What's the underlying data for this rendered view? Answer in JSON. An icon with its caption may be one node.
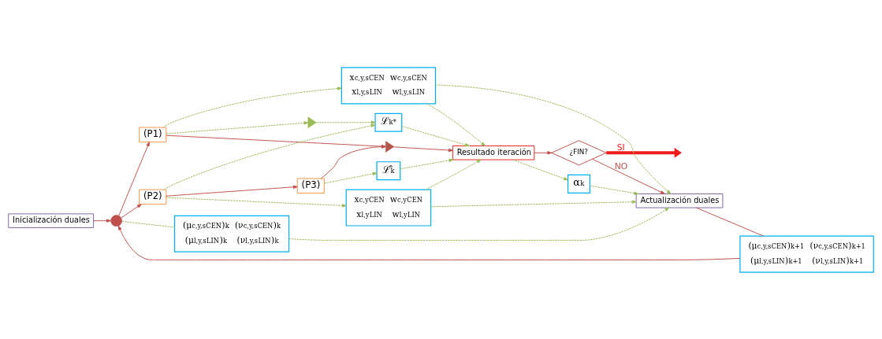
{
  "diagram": {
    "nodes": [
      {
        "text": [
          "Inicialización duales"
        ]
      },
      {
        "text": [],
        "shape": "circle"
      },
      {
        "text": [
          "(P1)"
        ]
      },
      {
        "text": [
          "(P2)"
        ]
      },
      {
        "text": [
          "(P3)"
        ]
      },
      {
        "text": [],
        "shape": "triangle"
      },
      {
        "text": [
          "ℒ$^{k*}$"
        ]
      },
      {
        "text": [],
        "shape": "triangle"
      },
      {
        "text": [
          "Resultado iteración"
        ]
      },
      {
        "text": [
          "¿FIN?"
        ]
      },
      {
        "text": [
          "Actualización duales"
        ]
      },
      {
        "text": [
          "(μ$_{c,y,s}$$^{CEN}$)$^{k+1}$ (ν$_{c,y,s}$$^{CEN}$)$^{k+1}$ (μ$_{l,y,s}$$^{LIN}$)$^{k+1}$ (ν$_{l,y,s}$$^{LIN}$)$^{k+1}$"
        ]
      },
      {
        "text": [
          "x$_{c,y,s}$$^{CEN}$ w$_{c,y,s}$$^{CEN}$ x$_{l,y,s}$$^{LIN}$ w$_{l,y,s}$$^{LIN}$"
        ]
      },
      {
        "text": [
          "x$_{c,y}$$^{CEN}$ w$_{c,y}$$^{CEN}$ x$_{l,y}$$^{LIN}$ w$_{l,y}$$^{LIN}$"
        ]
      },
      {
        "text": [
          "ℒ̂$^{k}$"
        ]
      },
      {
        "text": [
          "α$^{k}$"
        ]
      },
      {
        "text": [
          "(μ$_{c,y,s}$$^{CEN}$)$^{k}$ (ν$_{c,y,s}$$^{CEN}$)$^{k}$ (μ$_{l,y,s}$$^{LIN}$)$^{k}$ (ν$_{l,y,s}$$^{LIN}$)$^{k}$"
        ]
      }
    ],
    "edges": [
      {
        "from": 0,
        "to": 1,
        "arrow": "to",
        "color": "#c0504d"
      },
      {
        "from": 1,
        "to": 2,
        "arrow": "to",
        "color": "#c0504d"
      },
      {
        "from": 1,
        "to": 3,
        "arrow": "to",
        "color": "#c0504d"
      },
      {
        "from": 3,
        "to": 4,
        "arrow": "to",
        "color": "#c0504d"
      },
      {
        "from": 2,
        "to": 7,
        "arrow": "to",
        "color": "#c0504d"
      },
      {
        "from": 4,
        "to": 7,
        "arrow": "to",
        "color": "#c0504d"
      },
      {
        "from": 7,
        "to": 8,
        "arrow": "to",
        "color": "#c0504d"
      },
      {
        "from": 8,
        "to": 9,
        "arrow": "to",
        "color": "#c0504d"
      },
      {
        "from": 9,
        "to": 10,
        "label": "NO",
        "arrow": "to",
        "color": "#c0504d"
      },
      {
        "from": 9,
        "to": null,
        "label": "SI",
        "arrow": "to",
        "style": "thick",
        "color": "#ee1c1c"
      },
      {
        "from": 10,
        "to": 11,
        "arrow": "none",
        "color": "#c0504d"
      },
      {
        "from": 11,
        "to": 1,
        "arrow": "to",
        "color": "#c0504d"
      },
      {
        "from": 1,
        "to": 16,
        "arrow": "none",
        "style": "dashed"
      },
      {
        "from": 2,
        "to": 12,
        "arrow": "to",
        "style": "dashed"
      },
      {
        "from": 12,
        "to": 8,
        "arrow": "to",
        "style": "dashed"
      },
      {
        "from": 12,
        "to": 10,
        "arrow": "to",
        "style": "dashed"
      },
      {
        "from": 2,
        "to": 5,
        "arrow": "to",
        "style": "dashed"
      },
      {
        "from": 5,
        "to": 6,
        "arrow": "to",
        "style": "dashed"
      },
      {
        "from": 3,
        "to": 6,
        "arrow": "to",
        "style": "dashed"
      },
      {
        "from": 6,
        "to": 8,
        "arrow": "to",
        "style": "dashed"
      },
      {
        "from": 4,
        "to": 14,
        "arrow": "to",
        "style": "dashed"
      },
      {
        "from": 14,
        "to": 8,
        "arrow": "to",
        "style": "dashed"
      },
      {
        "from": 3,
        "to": 13,
        "arrow": "to",
        "style": "dashed"
      },
      {
        "from": 13,
        "to": 8,
        "arrow": "to",
        "style": "dashed"
      },
      {
        "from": 13,
        "to": 10,
        "arrow": "to",
        "style": "dashed"
      },
      {
        "from": 8,
        "to": 15,
        "arrow": "to",
        "style": "dashed"
      },
      {
        "from": 15,
        "to": 10,
        "arrow": "to",
        "style": "dashed"
      },
      {
        "from": 16,
        "to": 10,
        "arrow": "to",
        "style": "dashed"
      }
    ]
  }
}
